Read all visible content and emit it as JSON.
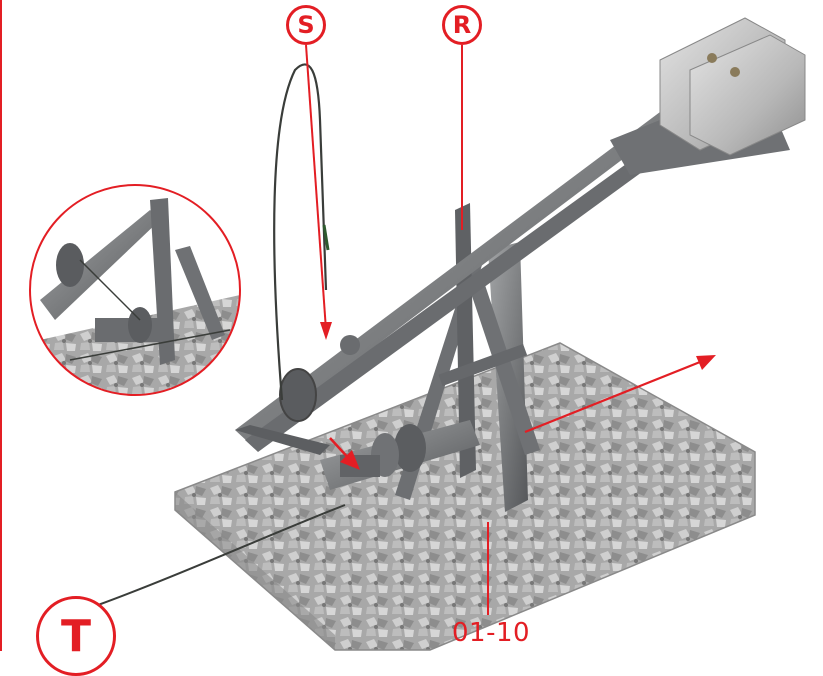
{
  "labels": {
    "s": "S",
    "r": "R",
    "t": "T"
  },
  "part_number": "01-10",
  "colors": {
    "accent": "#e31e24",
    "metal": "#7c7e80",
    "metal_dark": "#4d4f52",
    "gravel": "#9a9a9a",
    "gravel_light": "#c4c4c4",
    "cord": "#3a3d3a"
  },
  "icons": {
    "detail_inset": "magnified-detail-circle",
    "direction_arrow": "red-arrow"
  }
}
